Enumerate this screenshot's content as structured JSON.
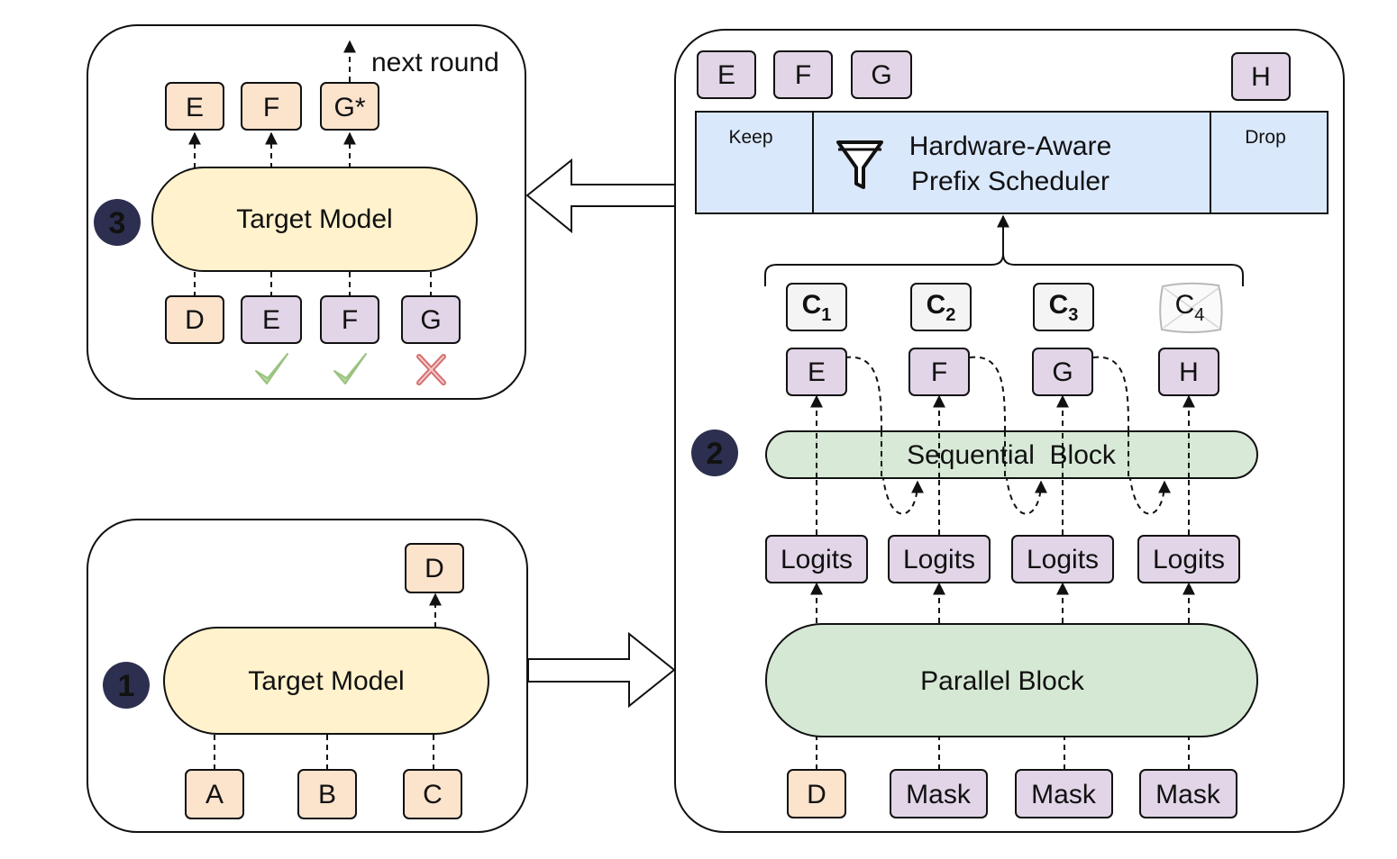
{
  "colors": {
    "token_orange": "#fbe3cc",
    "token_purple": "#e1d5e7",
    "target_model": "#fff2cc",
    "block_green": "#d5e8d4",
    "scheduler_blue": "#dae8fc",
    "step_badge": "#2c2f4f",
    "check_green": "#9ac27f",
    "cross_red": "#d47170"
  },
  "stage1": {
    "step": "1",
    "model": "Target Model",
    "inputs": [
      "A",
      "B",
      "C"
    ],
    "output": "D"
  },
  "stage2": {
    "step": "2",
    "parallel_block": "Parallel Block",
    "inputs": [
      "D",
      "Mask",
      "Mask",
      "Mask"
    ],
    "logits": [
      "Logits",
      "Logits",
      "Logits",
      "Logits"
    ],
    "sequential_block": "Sequential  Block",
    "outputs": [
      "E",
      "F",
      "G",
      "H"
    ],
    "candidates": [
      {
        "letter": "C",
        "sub": "1"
      },
      {
        "letter": "C",
        "sub": "2"
      },
      {
        "letter": "C",
        "sub": "3"
      },
      {
        "letter": "C",
        "sub": "4"
      }
    ],
    "scheduler": {
      "keep": "Keep",
      "title_line1": "Hardware-Aware",
      "title_line2": "Prefix Scheduler",
      "drop": "Drop",
      "filter_icon": "funnel-icon"
    },
    "kept": [
      "E",
      "F",
      "G"
    ],
    "dropped": "H"
  },
  "stage3": {
    "step": "3",
    "model": "Target Model",
    "inputs": [
      "D",
      "E",
      "F",
      "G"
    ],
    "outputs": [
      "E",
      "F",
      "G*"
    ],
    "next_round": "next round",
    "verdicts": [
      "check",
      "check",
      "cross"
    ]
  }
}
